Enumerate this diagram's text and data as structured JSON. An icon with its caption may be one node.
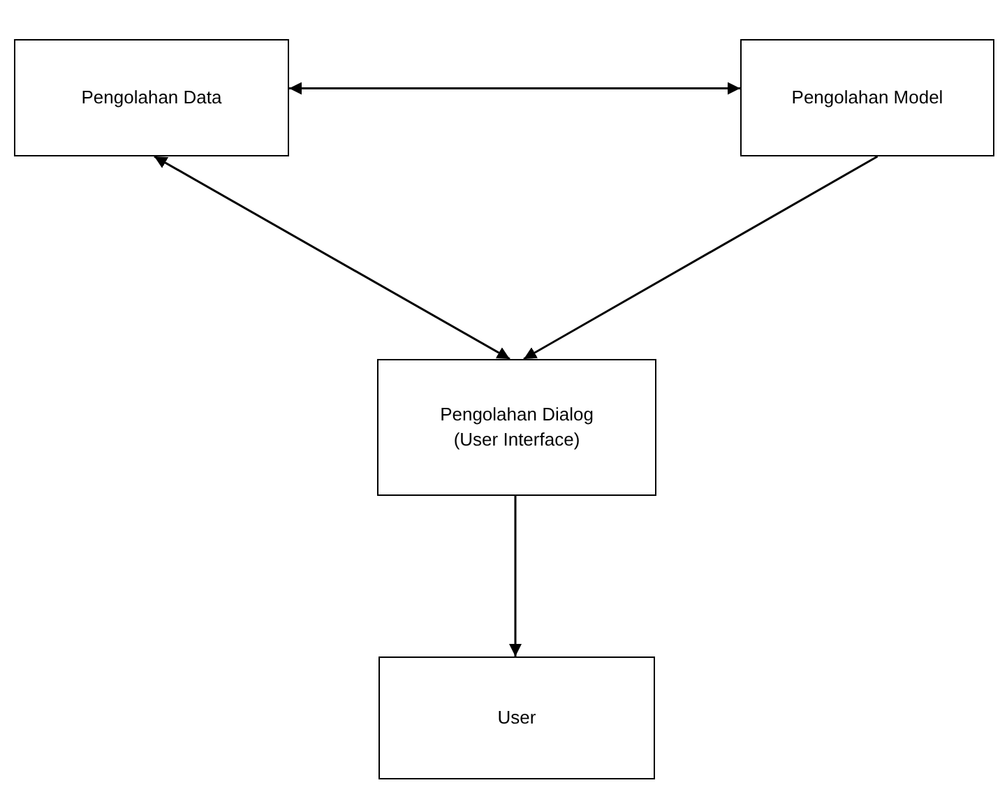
{
  "diagram": {
    "nodes": [
      {
        "text": [
          "Pengolahan Data"
        ]
      },
      {
        "text": [
          "Pengolahan Model"
        ]
      },
      {
        "text": [
          "Pengolahan Dialog (User Interface)"
        ]
      },
      {
        "text": [
          "User"
        ]
      }
    ],
    "edges": [
      {
        "from": 0,
        "to": 1,
        "arrow": "both"
      },
      {
        "from": 0,
        "to": 2,
        "arrow": "both"
      },
      {
        "from": 1,
        "to": 2,
        "arrow": "to"
      },
      {
        "from": 2,
        "to": 3,
        "arrow": "to"
      }
    ]
  }
}
